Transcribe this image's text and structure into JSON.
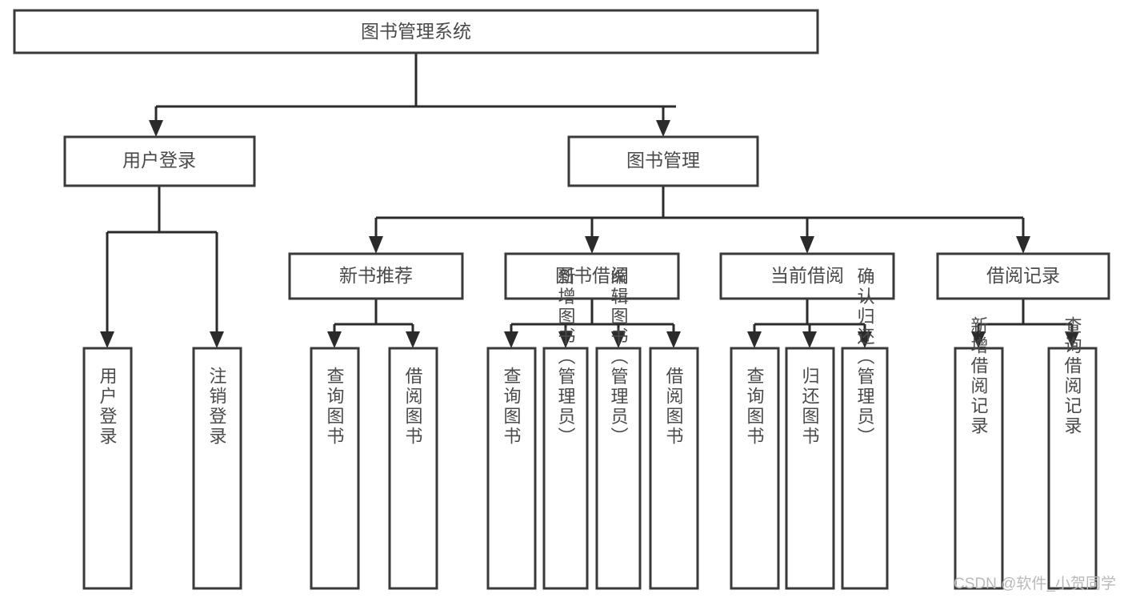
{
  "diagram": {
    "title": "图书管理系统",
    "type": "tree-hierarchy-diagram",
    "colors": {
      "box_stroke": "#3a3a3a",
      "box_fill": "#ffffff",
      "line": "#2b2b2b",
      "text": "#4a4a4a",
      "watermark": "#b9b9b9",
      "background": "#ffffff"
    },
    "root": {
      "label": "图书管理系统"
    },
    "level2": [
      {
        "label": "用户登录"
      },
      {
        "label": "图书管理"
      }
    ],
    "level3": [
      {
        "label": "新书推荐"
      },
      {
        "label": "图书借阅"
      },
      {
        "label": "当前借阅"
      },
      {
        "label": "借阅记录"
      }
    ],
    "leaves": {
      "user_login": [
        {
          "label": "用户登录"
        },
        {
          "label": "注销登录"
        }
      ],
      "new_book_recommend": [
        {
          "label": "查询图书"
        },
        {
          "label": "借阅图书"
        }
      ],
      "book_borrow": [
        {
          "label": "查询图书"
        },
        {
          "label": "新增图书（管理员）"
        },
        {
          "label": "编辑图书（管理员）"
        },
        {
          "label": "借阅图书"
        }
      ],
      "current_borrow": [
        {
          "label": "查询图书"
        },
        {
          "label": "归还图书"
        },
        {
          "label": "确认归还（管理员）"
        }
      ],
      "borrow_record": [
        {
          "label": "新增借阅记录"
        },
        {
          "label": "查询借阅记录"
        }
      ]
    }
  },
  "watermark": {
    "text": "CSDN @软件_小贺同学"
  }
}
